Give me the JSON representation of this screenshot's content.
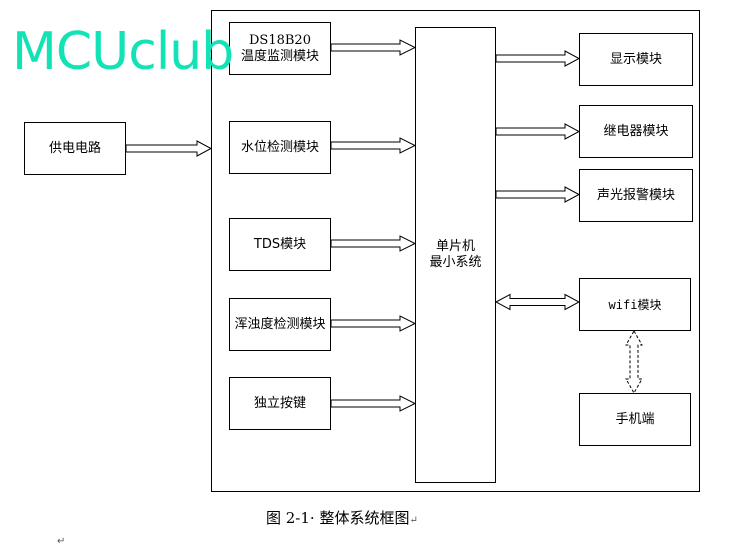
{
  "watermark": "MCUclub",
  "power": "供电电路",
  "inputs": {
    "ds18b20": "DS18B20",
    "temp": "温度监测模块",
    "water": "水位检测模块",
    "tds": "TDS模块",
    "turbidity": "浑浊度检测模块",
    "keys": "独立按键"
  },
  "mcu": {
    "line1": "单片机",
    "line2": "最小系统"
  },
  "outputs": {
    "display": "显示模块",
    "relay": "继电器模块",
    "alarm": "声光报警模块",
    "wifi": "wifi模块",
    "phone": "手机端"
  },
  "caption": "图 2-1· 整体系统框图",
  "return_mark": "↵"
}
